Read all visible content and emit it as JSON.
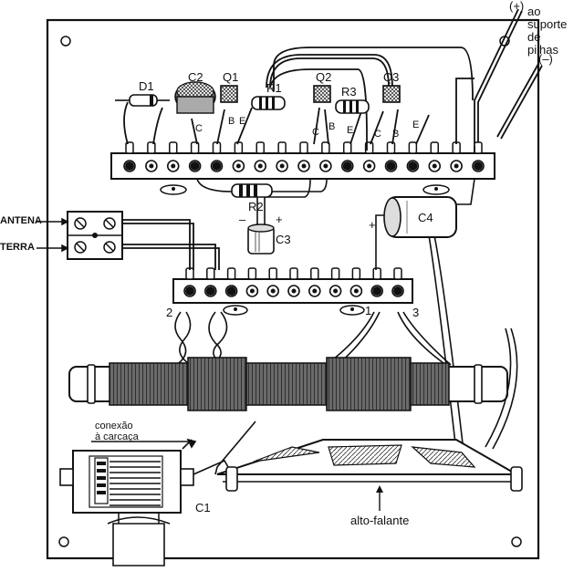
{
  "labels": {
    "plus_top": "(+)",
    "ao": "ao",
    "suporte": "suporte",
    "de": "de",
    "pilhas": "pilhas",
    "minus_top": "(–)",
    "antena": "ANTENA",
    "terra": "TERRA",
    "d1": "D1",
    "c2": "C2",
    "q1": "Q1",
    "r1": "R1",
    "q2": "Q2",
    "r3": "R3",
    "q3": "Q3",
    "r2": "R2",
    "c3": "C3",
    "c4": "C4",
    "c1": "C1",
    "c_q1": "C",
    "b_q1": "B",
    "e_q1": "E",
    "c_q2": "C",
    "b_q2": "B",
    "e_q2": "E",
    "c_q3": "C",
    "b_q3": "B",
    "e_q3": "E",
    "c3_minus": "–",
    "c3_plus": "+",
    "c4_plus": "+",
    "tap2": "2",
    "tap1": "1",
    "tap3": "3",
    "conexao_1": "conexão",
    "conexao_2": "à carcaça",
    "alto_falante": "alto-falante"
  }
}
